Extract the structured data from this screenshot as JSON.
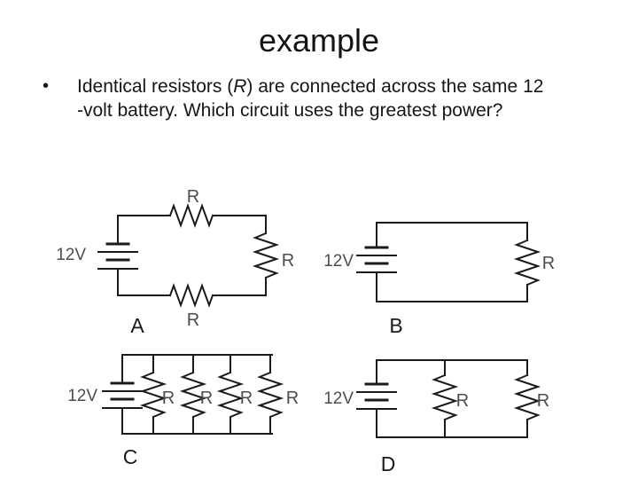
{
  "slide": {
    "title": "example",
    "bullet": {
      "marker": "•",
      "line1_pre": "Identical resistors (",
      "line1_italic": "R",
      "line1_post": ") are connected across the same 12",
      "line2": "-volt battery. Which circuit uses the greatest power?"
    }
  },
  "circuits": {
    "a": {
      "label": "A",
      "battery": "12V",
      "resistors": [
        "R",
        "R",
        "R"
      ]
    },
    "b": {
      "label": "B",
      "battery": "12V",
      "resistors": [
        "R"
      ]
    },
    "c": {
      "label": "C",
      "battery": "12V",
      "resistors": [
        "R",
        "R",
        "R",
        "R"
      ]
    },
    "d": {
      "label": "D",
      "battery": "12V",
      "resistors": [
        "R",
        "R"
      ]
    }
  },
  "colors": {
    "wire": "#1a1a1a",
    "diagram_label": "#4d4d4d",
    "text": "#161616",
    "background": "#ffffff"
  }
}
